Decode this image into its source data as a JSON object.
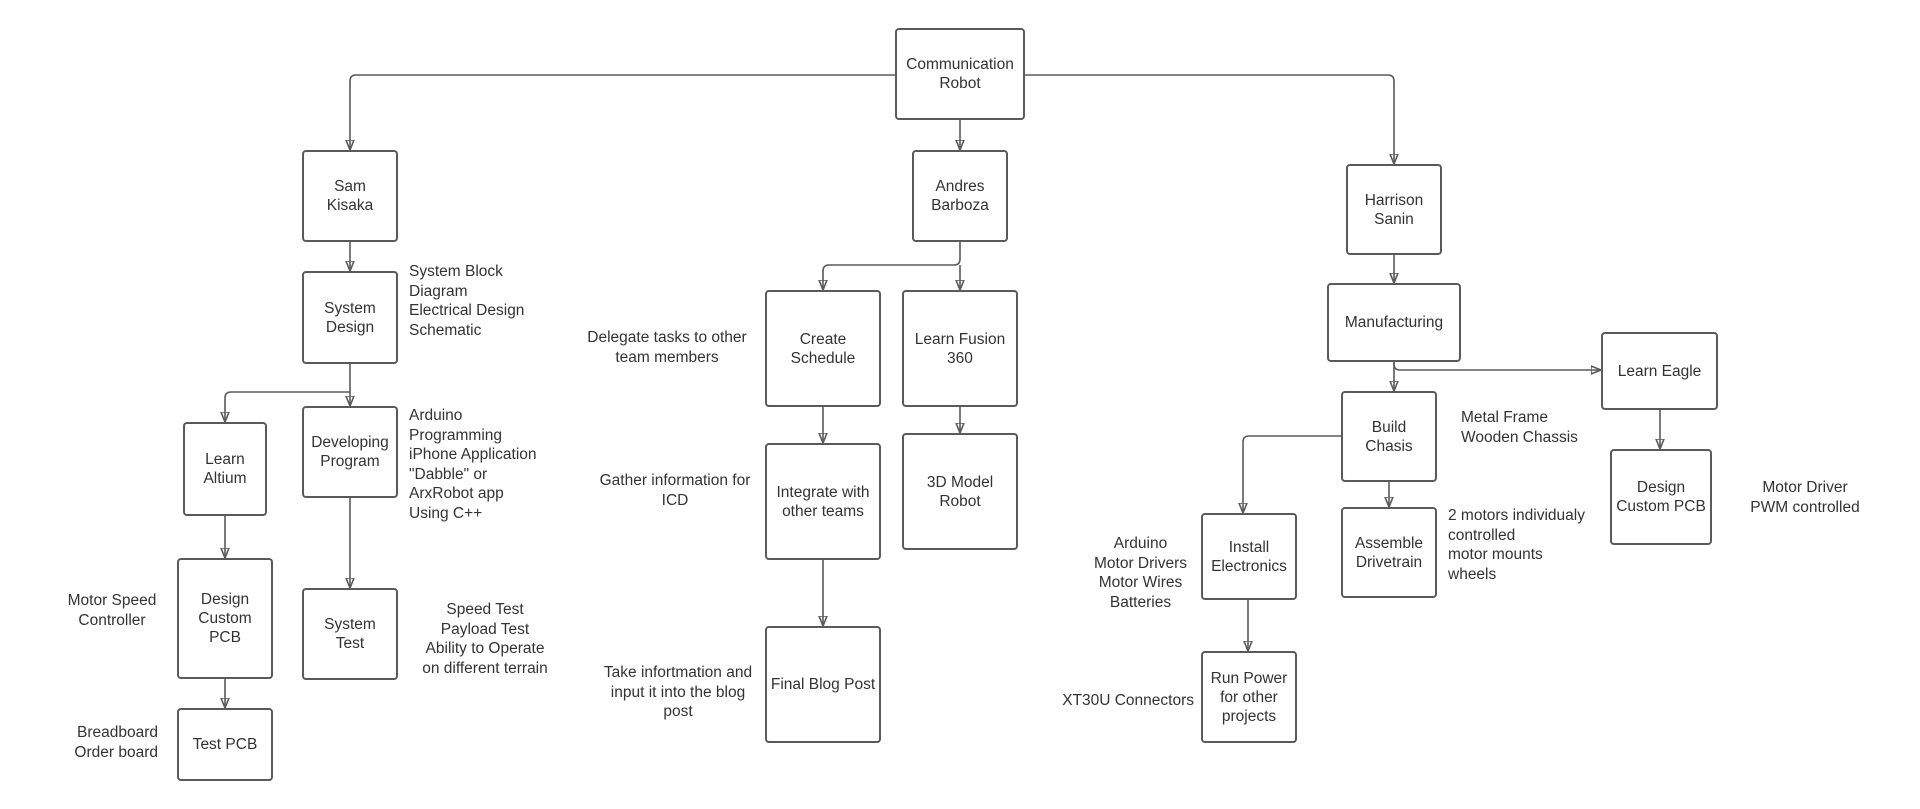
{
  "nodes": {
    "root": "Communication\nRobot",
    "sam": "Sam\nKisaka",
    "andres": "Andres\nBarboza",
    "harrison": "Harrison\nSanin",
    "system_design": "System\nDesign",
    "learn_altium": "Learn\nAltium",
    "developing_program": "Developing\nProgram",
    "design_pcb_left": "Design\nCustom\nPCB",
    "test_pcb": "Test PCB",
    "system_test": "System\nTest",
    "create_schedule": "Create\nSchedule",
    "learn_fusion": "Learn Fusion\n360",
    "integrate_teams": "Integrate with\nother teams",
    "model_3d": "3D Model\nRobot",
    "final_blog": "Final Blog Post",
    "manufacturing": "Manufacturing",
    "learn_eagle": "Learn Eagle",
    "build_chasis": "Build\nChasis",
    "design_pcb_right": "Design\nCustom PCB",
    "install_electronics": "Install\nElectronics",
    "assemble_drivetrain": "Assemble\nDrivetrain",
    "run_power": "Run Power\nfor other\nprojects"
  },
  "notes": {
    "system_design": "System Block\nDiagram\nElectrical Design\nSchematic",
    "developing_program": "Arduino\nProgramming\niPhone Application\n\"Dabble\" or\nArxRobot app\nUsing C++",
    "design_pcb_left": "Motor Speed\nController",
    "test_pcb": "Breadboard\nOrder board",
    "system_test": "Speed Test\nPayload Test\nAbility to Operate\non different terrain",
    "create_schedule": "Delegate tasks to other\nteam members",
    "integrate_teams": "Gather information for\nICD",
    "final_blog": "Take infortmation and\ninput it into the blog\npost",
    "build_chasis": "Metal Frame\nWooden Chassis",
    "design_pcb_right": "Motor Driver\nPWM controlled",
    "install_electronics": "Arduino\nMotor Drivers\nMotor Wires\nBatteries",
    "assemble_drivetrain": "2 motors individualy\ncontrolled\nmotor mounts\nwheels",
    "run_power": "XT30U Connectors"
  }
}
